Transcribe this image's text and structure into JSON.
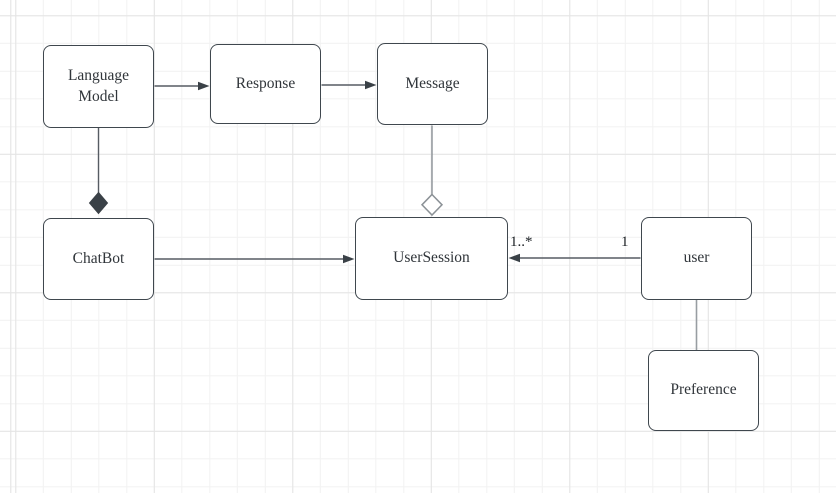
{
  "diagram": {
    "nodes": {
      "language_model": {
        "label": "Language Model"
      },
      "response": {
        "label": "Response"
      },
      "message": {
        "label": "Message"
      },
      "chatbot": {
        "label": "ChatBot"
      },
      "user_session": {
        "label": "UserSession"
      },
      "user": {
        "label": "user"
      },
      "preference": {
        "label": "Preference"
      }
    },
    "edges": {
      "user_to_user_session": {
        "source_multiplicity": "1",
        "target_multiplicity": "1..*"
      }
    },
    "colors": {
      "canvas_bg": "#ffffff",
      "grid_minor": "#f2f2f2",
      "grid_major": "#e4e4e4",
      "node_fill": "#ffffff",
      "node_border": "#3f474e",
      "node_text": "#30353a",
      "edge_stroke": "#565c63",
      "arrowhead_fill": "#3a4147",
      "aggregation_stroke": "#8b9196",
      "plain_connector": "#989da2",
      "multiplicity_text": "#1d2126"
    }
  }
}
